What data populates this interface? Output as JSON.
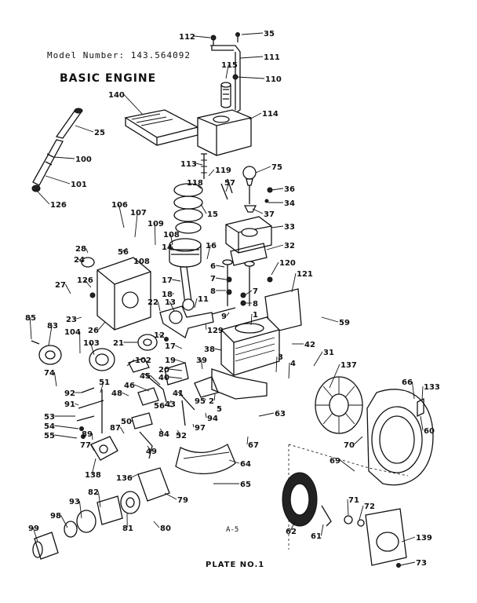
{
  "header": {
    "model_line": "Model Number:   143.564092",
    "title": "BASIC ENGINE"
  },
  "footer": {
    "plate": "PLATE NO.1",
    "page_ref": "A-5"
  },
  "parts": [
    {
      "id": "112",
      "label": "112"
    },
    {
      "id": "35",
      "label": "35"
    },
    {
      "id": "111",
      "label": "111"
    },
    {
      "id": "115",
      "label": "115"
    },
    {
      "id": "110",
      "label": "110"
    },
    {
      "id": "140",
      "label": "140"
    },
    {
      "id": "114",
      "label": "114"
    },
    {
      "id": "25",
      "label": "25"
    },
    {
      "id": "100",
      "label": "100"
    },
    {
      "id": "101",
      "label": "101"
    },
    {
      "id": "126a",
      "label": "126"
    },
    {
      "id": "113",
      "label": "113"
    },
    {
      "id": "119",
      "label": "119"
    },
    {
      "id": "118",
      "label": "118"
    },
    {
      "id": "57",
      "label": "57"
    },
    {
      "id": "75",
      "label": "75"
    },
    {
      "id": "36",
      "label": "36"
    },
    {
      "id": "34",
      "label": "34"
    },
    {
      "id": "37",
      "label": "37"
    },
    {
      "id": "15",
      "label": "15"
    },
    {
      "id": "106",
      "label": "106"
    },
    {
      "id": "107",
      "label": "107"
    },
    {
      "id": "109",
      "label": "109"
    },
    {
      "id": "108a",
      "label": "108"
    },
    {
      "id": "33",
      "label": "33"
    },
    {
      "id": "32",
      "label": "32"
    },
    {
      "id": "28",
      "label": "28"
    },
    {
      "id": "56a",
      "label": "56"
    },
    {
      "id": "108b",
      "label": "108"
    },
    {
      "id": "16",
      "label": "16"
    },
    {
      "id": "14",
      "label": "14"
    },
    {
      "id": "24",
      "label": "24"
    },
    {
      "id": "120",
      "label": "120"
    },
    {
      "id": "6",
      "label": "6"
    },
    {
      "id": "121",
      "label": "121"
    },
    {
      "id": "17a",
      "label": "17"
    },
    {
      "id": "7a",
      "label": "7"
    },
    {
      "id": "126b",
      "label": "126"
    },
    {
      "id": "27",
      "label": "27"
    },
    {
      "id": "18",
      "label": "18"
    },
    {
      "id": "8a",
      "label": "8"
    },
    {
      "id": "7b",
      "label": "7"
    },
    {
      "id": "8b",
      "label": "8"
    },
    {
      "id": "11",
      "label": "11"
    },
    {
      "id": "22",
      "label": "22"
    },
    {
      "id": "13",
      "label": "13"
    },
    {
      "id": "9",
      "label": "9"
    },
    {
      "id": "23",
      "label": "23"
    },
    {
      "id": "1",
      "label": "1"
    },
    {
      "id": "85",
      "label": "85"
    },
    {
      "id": "26",
      "label": "26"
    },
    {
      "id": "129",
      "label": "129"
    },
    {
      "id": "59",
      "label": "59"
    },
    {
      "id": "83",
      "label": "83"
    },
    {
      "id": "104",
      "label": "104"
    },
    {
      "id": "12",
      "label": "12"
    },
    {
      "id": "103",
      "label": "103"
    },
    {
      "id": "21",
      "label": "21"
    },
    {
      "id": "17b",
      "label": "17"
    },
    {
      "id": "38",
      "label": "38"
    },
    {
      "id": "42",
      "label": "42"
    },
    {
      "id": "31",
      "label": "31"
    },
    {
      "id": "3",
      "label": "3"
    },
    {
      "id": "137",
      "label": "137"
    },
    {
      "id": "102",
      "label": "102"
    },
    {
      "id": "19",
      "label": "19"
    },
    {
      "id": "39",
      "label": "39"
    },
    {
      "id": "20",
      "label": "20"
    },
    {
      "id": "4",
      "label": "4"
    },
    {
      "id": "40",
      "label": "40"
    },
    {
      "id": "74",
      "label": "74"
    },
    {
      "id": "45",
      "label": "45"
    },
    {
      "id": "51",
      "label": "51"
    },
    {
      "id": "46",
      "label": "46"
    },
    {
      "id": "66",
      "label": "66"
    },
    {
      "id": "133",
      "label": "133"
    },
    {
      "id": "92",
      "label": "92"
    },
    {
      "id": "48",
      "label": "48"
    },
    {
      "id": "41",
      "label": "41"
    },
    {
      "id": "43",
      "label": "43"
    },
    {
      "id": "91",
      "label": "91"
    },
    {
      "id": "95",
      "label": "95"
    },
    {
      "id": "2",
      "label": "2"
    },
    {
      "id": "56b",
      "label": "56"
    },
    {
      "id": "5",
      "label": "5"
    },
    {
      "id": "53",
      "label": "53"
    },
    {
      "id": "63",
      "label": "63"
    },
    {
      "id": "94",
      "label": "94"
    },
    {
      "id": "54",
      "label": "54"
    },
    {
      "id": "50",
      "label": "50"
    },
    {
      "id": "97",
      "label": "97"
    },
    {
      "id": "87",
      "label": "87"
    },
    {
      "id": "84",
      "label": "84"
    },
    {
      "id": "52",
      "label": "52"
    },
    {
      "id": "60",
      "label": "60"
    },
    {
      "id": "55",
      "label": "55"
    },
    {
      "id": "89",
      "label": "89"
    },
    {
      "id": "67",
      "label": "67"
    },
    {
      "id": "70",
      "label": "70"
    },
    {
      "id": "77",
      "label": "77"
    },
    {
      "id": "49",
      "label": "49"
    },
    {
      "id": "69",
      "label": "69"
    },
    {
      "id": "138",
      "label": "138"
    },
    {
      "id": "64",
      "label": "64"
    },
    {
      "id": "136",
      "label": "136"
    },
    {
      "id": "65",
      "label": "65"
    },
    {
      "id": "82",
      "label": "82"
    },
    {
      "id": "79",
      "label": "79"
    },
    {
      "id": "93",
      "label": "93"
    },
    {
      "id": "98",
      "label": "98"
    },
    {
      "id": "99",
      "label": "99"
    },
    {
      "id": "81",
      "label": "81"
    },
    {
      "id": "80",
      "label": "80"
    },
    {
      "id": "71",
      "label": "71"
    },
    {
      "id": "72",
      "label": "72"
    },
    {
      "id": "61",
      "label": "61"
    },
    {
      "id": "62",
      "label": "62"
    },
    {
      "id": "139",
      "label": "139"
    },
    {
      "id": "73",
      "label": "73"
    }
  ]
}
